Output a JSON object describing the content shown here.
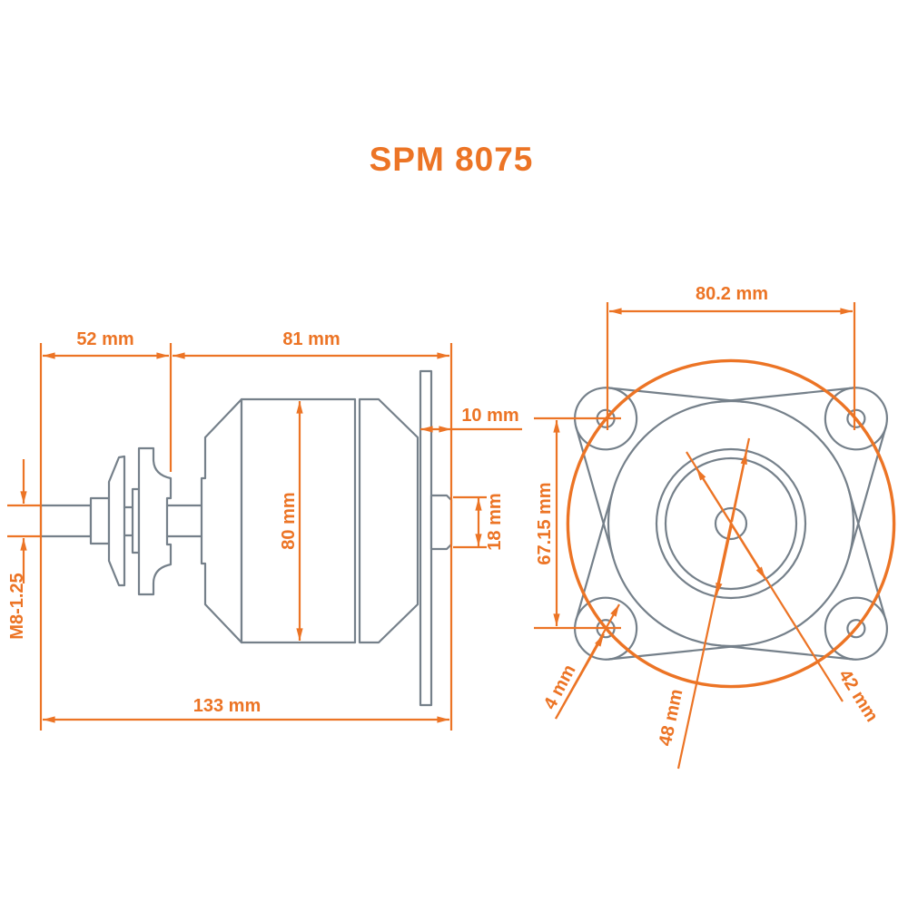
{
  "title": "SPM 8075",
  "colors": {
    "accent": "#EC7425",
    "drawing_gray": "#75808A"
  },
  "side_view": {
    "dim_52": "52 mm",
    "dim_81": "81 mm",
    "dim_10": "10 mm",
    "dim_80": "80 mm",
    "dim_18": "18 mm",
    "thread": "M8-1.25",
    "dim_133": "133 mm"
  },
  "front_view": {
    "dim_80_2": "80.2 mm",
    "dim_67_15": "67.15 mm",
    "dim_4": "4 mm",
    "dim_48": "48 mm",
    "dim_42": "42 mm"
  }
}
